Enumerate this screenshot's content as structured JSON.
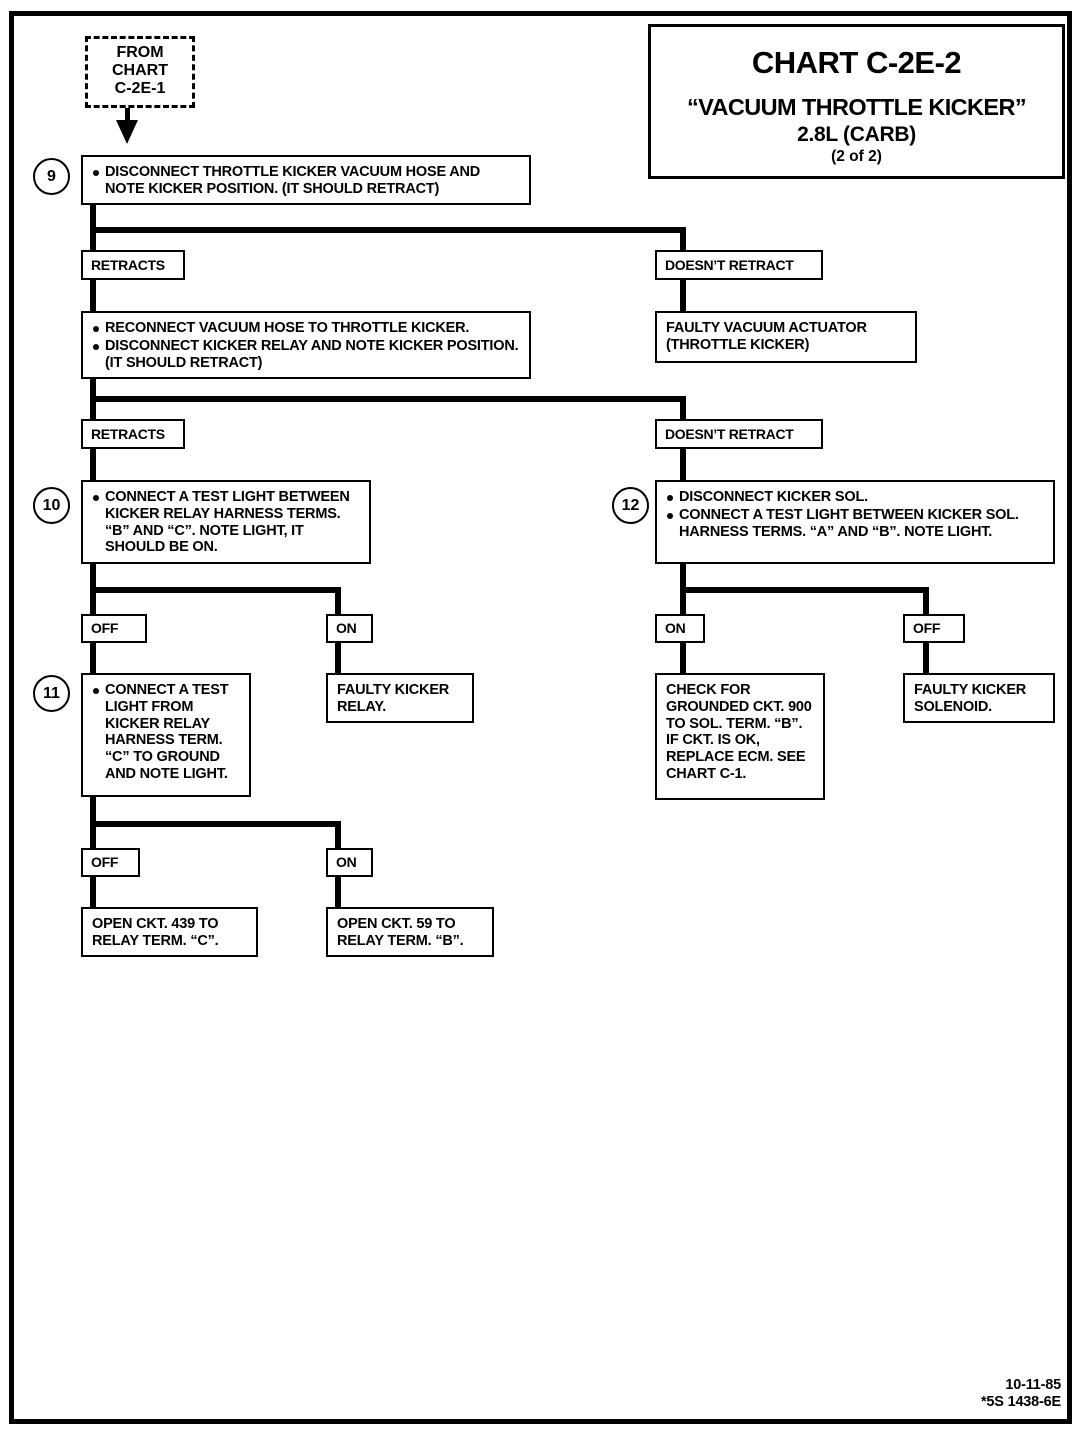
{
  "document": {
    "title_main": "CHART C-2E-2",
    "title_sub1": "“VACUUM THROTTLE KICKER”",
    "title_sub2": "2.8L  (CARB)",
    "title_sub3": "(2 of 2)"
  },
  "entry": {
    "line1": "FROM",
    "line2": "CHART",
    "line3": "C-2E-1"
  },
  "steps": {
    "s9": "9",
    "s10": "10",
    "s11": "11",
    "s12": "12"
  },
  "nodes": {
    "step9": {
      "bullets": [
        "DISCONNECT THROTTLE KICKER VACUUM HOSE AND NOTE KICKER POSITION.  (IT SHOULD RETRACT)"
      ]
    },
    "branch1_left_label": "RETRACTS",
    "branch1_right_label": "DOESN’T RETRACT",
    "faulty_actuator": "FAULTY VACUUM ACTUATOR (THROTTLE KICKER)",
    "step_reconnect": {
      "bullet1": "RECONNECT VACUUM HOSE TO THROTTLE KICKER.",
      "bullet2": "DISCONNECT KICKER RELAY AND NOTE KICKER POSITION.  (IT SHOULD RETRACT)"
    },
    "branch2_left_label": "RETRACTS",
    "branch2_right_label": "DOESN’T RETRACT",
    "step10": {
      "bullet1": "CONNECT A TEST LIGHT BETWEEN KICKER RELAY HARNESS TERMS. “B” AND “C”. NOTE LIGHT, IT SHOULD BE ON."
    },
    "step12": {
      "bullet1": "DISCONNECT KICKER  SOL.",
      "bullet2": "CONNECT A TEST LIGHT BETWEEN KICKER SOL. HARNESS TERMS. “A” AND “B”. NOTE LIGHT."
    },
    "branch3_left_label": "OFF",
    "branch3_right_label": "ON",
    "faulty_relay": "FAULTY KICKER RELAY.",
    "step11": {
      "bullet1": "CONNECT A TEST LIGHT FROM KICKER RELAY HARNESS TERM. “C” TO GROUND AND NOTE LIGHT."
    },
    "branch4_left_label": "ON",
    "branch4_right_label": "OFF",
    "check_grounded": "CHECK FOR GROUNDED CKT. 900 TO SOL. TERM. “B”.  IF CKT. IS OK, REPLACE ECM. SEE CHART C-1.",
    "faulty_solenoid": "FAULTY KICKER SOLENOID.",
    "branch5_left_label": "OFF",
    "branch5_right_label": "ON",
    "open_ckt_439": "OPEN CKT. 439 TO RELAY TERM. “C”.",
    "open_ckt_59": "OPEN CKT. 59 TO RELAY TERM. “B”."
  },
  "footer": {
    "date": "10-11-85",
    "code": "*5S 1438-6E"
  },
  "colors": {
    "ink": "#000000",
    "paper": "#ffffff"
  }
}
